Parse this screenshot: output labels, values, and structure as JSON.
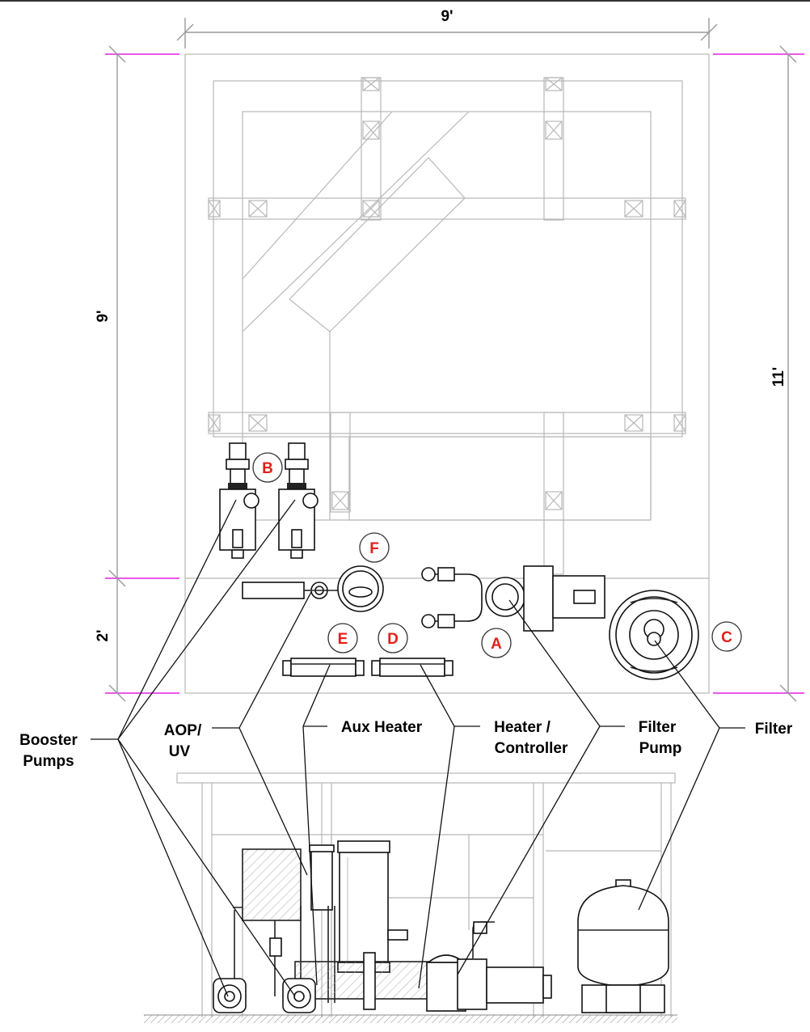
{
  "dimensions": {
    "top_width": "9'",
    "left_upper": "9'",
    "left_lower": "2'",
    "right_total": "11'"
  },
  "badges": [
    "A",
    "B",
    "C",
    "D",
    "E",
    "F"
  ],
  "labels": {
    "booster_pumps": [
      "Booster",
      "Pumps"
    ],
    "aop_uv": [
      "AOP/",
      "UV"
    ],
    "aux_heater": "Aux Heater",
    "heater_controller": [
      "Heater /",
      "Controller"
    ],
    "filter_pump": [
      "Filter",
      "Pump"
    ],
    "filter": "Filter"
  },
  "colors": {
    "badge_text": "#e0201c",
    "dimension_ticks": "#e020e0",
    "layout_lines": "#b8b8b8"
  }
}
